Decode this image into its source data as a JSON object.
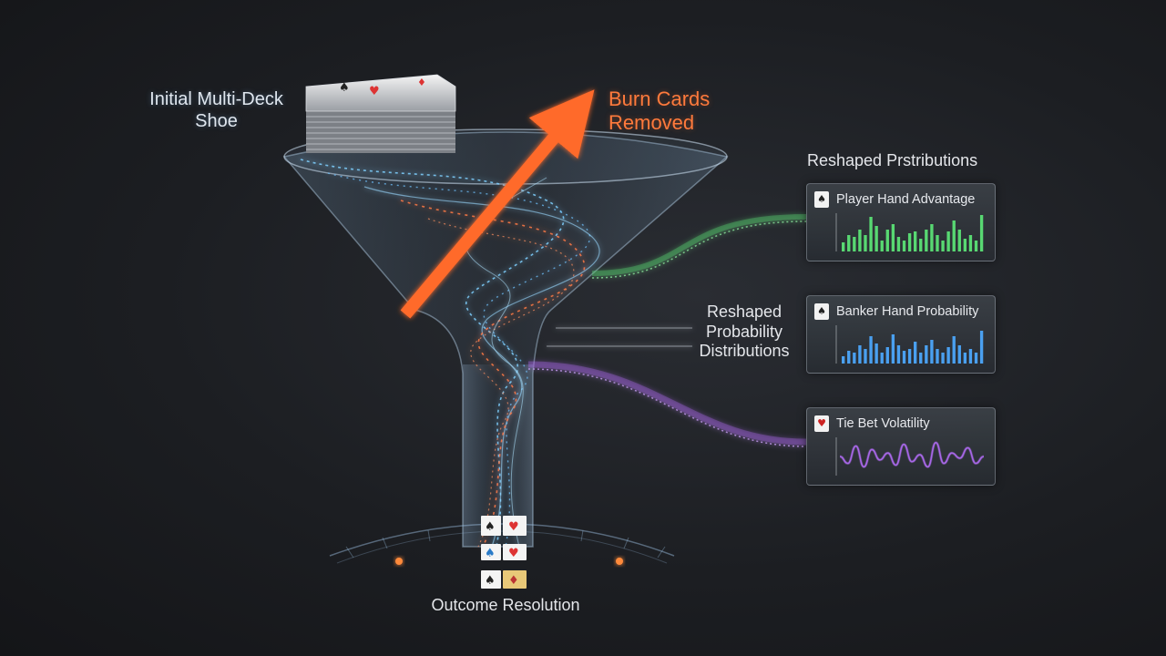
{
  "labels": {
    "initial_shoe": "Initial Multi-Deck Shoe",
    "burn_cards": "Burn Cards Removed",
    "reshaped_top": "Reshaped Prstributions",
    "reshaped_mid": "Reshaped Probability Distributions",
    "outcome": "Outcome Resolution"
  },
  "panels": [
    {
      "title": "Player Hand Advantage",
      "icon": "spade-card-icon",
      "glyph": "♠",
      "color": "#58d872",
      "kind": "bars",
      "values": [
        0.25,
        0.45,
        0.4,
        0.6,
        0.45,
        0.95,
        0.7,
        0.3,
        0.6,
        0.75,
        0.4,
        0.3,
        0.5,
        0.55,
        0.35,
        0.6,
        0.75,
        0.45,
        0.3,
        0.55,
        0.85,
        0.6,
        0.35,
        0.45,
        0.3,
        1.0
      ]
    },
    {
      "title": "Banker Hand Probability",
      "icon": "spade-card-icon",
      "glyph": "♠",
      "color": "#4aa0f0",
      "kind": "bars",
      "values": [
        0.2,
        0.35,
        0.3,
        0.5,
        0.4,
        0.75,
        0.55,
        0.3,
        0.45,
        0.8,
        0.5,
        0.35,
        0.4,
        0.6,
        0.3,
        0.5,
        0.65,
        0.4,
        0.3,
        0.45,
        0.75,
        0.5,
        0.3,
        0.4,
        0.3,
        0.9
      ]
    },
    {
      "title": "Tie Bet Volatility",
      "icon": "heart-card-icon",
      "glyph": "♥",
      "color": "#a868e8",
      "kind": "wave",
      "values": [
        0.5,
        0.3,
        0.8,
        0.2,
        0.7,
        0.4,
        0.6,
        0.25,
        0.85,
        0.35,
        0.55,
        0.2,
        0.9,
        0.3,
        0.6,
        0.45,
        0.75,
        0.3,
        0.5
      ]
    }
  ],
  "colors": {
    "burn": "#ff6a2a",
    "stream_blue": "#7fd0ff",
    "stream_orange": "#ff7a45",
    "player": "#58d872",
    "banker": "#4aa0f0",
    "tie": "#a868e8"
  }
}
